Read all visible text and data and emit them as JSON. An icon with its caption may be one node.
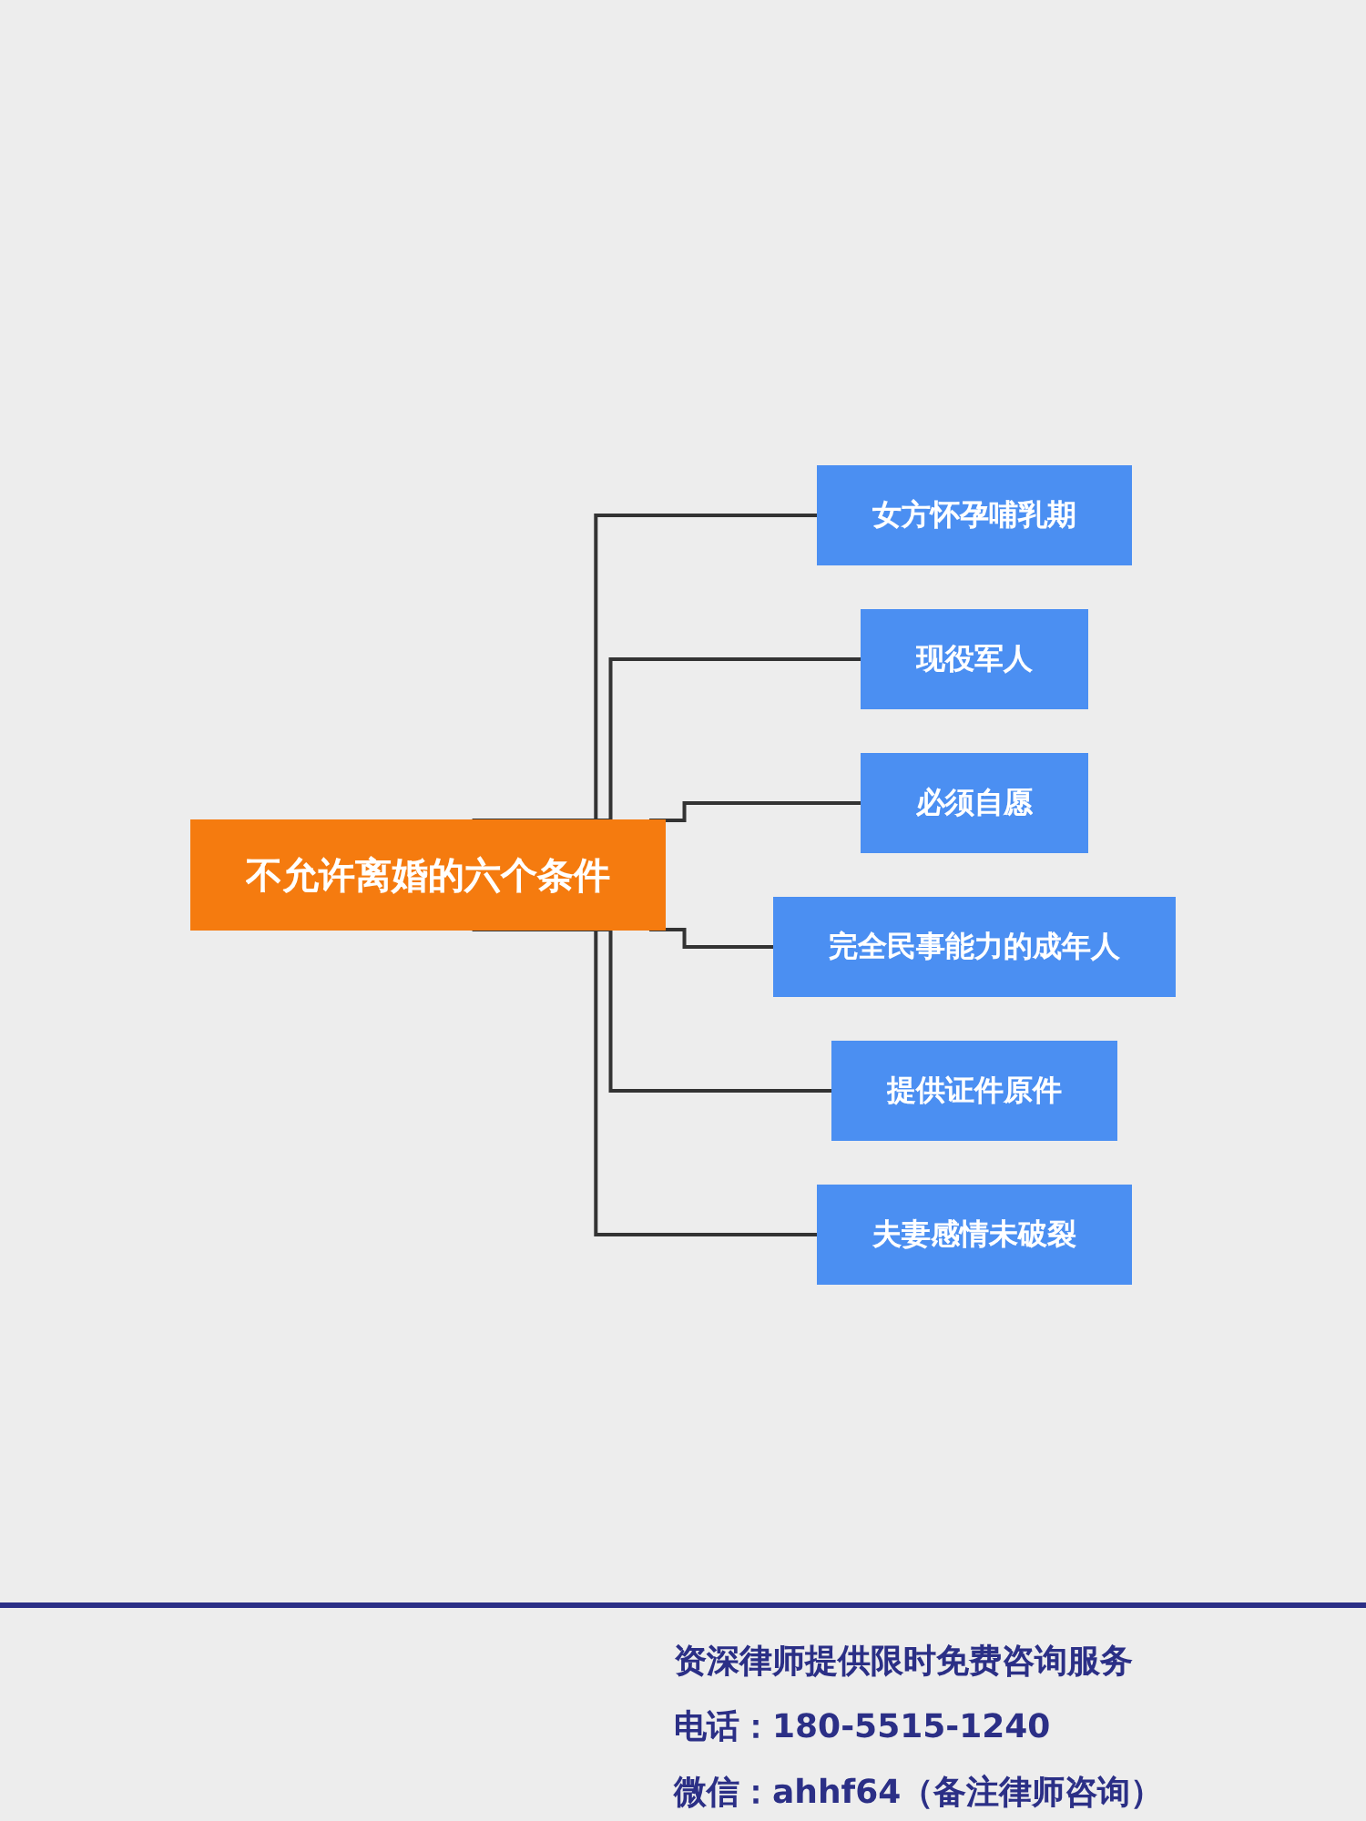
{
  "diagram": {
    "nodes": [
      {
        "text": [
          "不允许离婚的六个条件"
        ]
      },
      {
        "text": [
          "女方怀孕哺乳期"
        ]
      },
      {
        "text": [
          "现役军人"
        ]
      },
      {
        "text": [
          "必须自愿"
        ]
      },
      {
        "text": [
          "完全民事能力的成年人"
        ]
      },
      {
        "text": [
          "提供证件原件"
        ]
      },
      {
        "text": [
          "夫妻感情未破裂"
        ]
      }
    ],
    "edges": [
      {
        "from": 0,
        "to": 1,
        "arrow": "none"
      },
      {
        "from": 0,
        "to": 2,
        "arrow": "none"
      },
      {
        "from": 0,
        "to": 3,
        "arrow": "none"
      },
      {
        "from": 0,
        "to": 4,
        "arrow": "none"
      },
      {
        "from": 0,
        "to": 5,
        "arrow": "none"
      },
      {
        "from": 0,
        "to": 6,
        "arrow": "none"
      }
    ],
    "labels": [
      "资深律师提供限时免费咨询服务",
      "电话：180-5515-1240",
      "微信：ahhf64（备注律师咨询）"
    ]
  }
}
